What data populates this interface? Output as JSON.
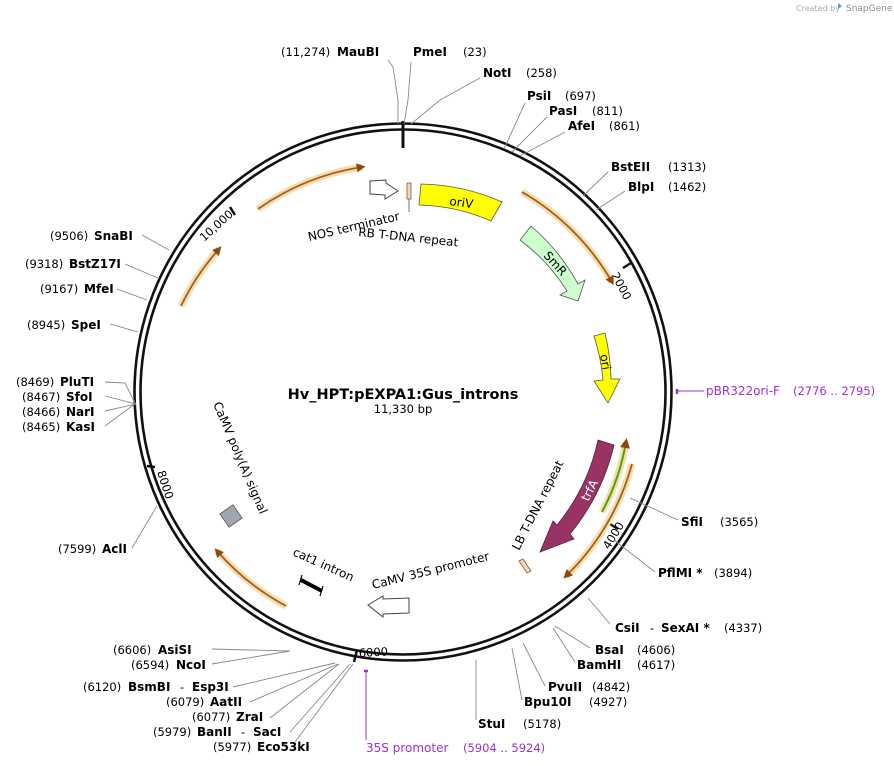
{
  "plasmid": {
    "name": "Hv_HPT:pEXPA1:Gus_introns",
    "length_label": "11,330 bp",
    "length": 11330
  },
  "credit": {
    "created_by": "Created by",
    "brand": "SnapGene"
  },
  "ticks": [
    {
      "pos": 2000,
      "label": "2000"
    },
    {
      "pos": 4000,
      "label": "4000"
    },
    {
      "pos": 6000,
      "label": "6000"
    },
    {
      "pos": 8000,
      "label": "8000"
    },
    {
      "pos": 10000,
      "label": "10,000"
    }
  ],
  "colors": {
    "backbone": "#111111",
    "orf": "#d98a2b",
    "orf_glow": "#f7dcb0",
    "oriV": "#ffff00",
    "SmR": "#ccffcc",
    "ori": "#ffff00",
    "trfA": "#993366",
    "green_orf": "#44aa00",
    "primer": "#9b30d9",
    "polyA": "#a0a6ad",
    "repeat": "#f5d5b5"
  },
  "sites": [
    {
      "id": "maubi",
      "name": "MauBI",
      "pos": "(11,274)",
      "side": "left"
    },
    {
      "id": "pmei",
      "name": "PmeI",
      "pos": "(23)",
      "side": "right"
    },
    {
      "id": "noti",
      "name": "NotI",
      "pos": "(258)",
      "side": "right"
    },
    {
      "id": "psii",
      "name": "PsiI",
      "pos": "(697)",
      "side": "right"
    },
    {
      "id": "pasi",
      "name": "PasI",
      "pos": "(811)",
      "side": "right"
    },
    {
      "id": "afei",
      "name": "AfeI",
      "pos": "(861)",
      "side": "right"
    },
    {
      "id": "bsteii",
      "name": "BstEII",
      "pos": "(1313)",
      "side": "right"
    },
    {
      "id": "blpi",
      "name": "BlpI",
      "pos": "(1462)",
      "side": "right"
    },
    {
      "id": "sfii",
      "name": "SfiI",
      "pos": "(3565)",
      "side": "right"
    },
    {
      "id": "pflmi",
      "name": "PflMI *",
      "pos": "(3894)",
      "side": "right"
    },
    {
      "id": "csii",
      "name": "CsiI",
      "extra": "SexAI *",
      "pos": "(4337)",
      "side": "right"
    },
    {
      "id": "bsai",
      "name": "BsaI",
      "pos": "(4606)",
      "side": "right"
    },
    {
      "id": "bamhi",
      "name": "BamHI",
      "pos": "(4617)",
      "side": "right"
    },
    {
      "id": "pvuii",
      "name": "PvuII",
      "pos": "(4842)",
      "side": "right"
    },
    {
      "id": "bpu10i",
      "name": "Bpu10I",
      "pos": "(4927)",
      "side": "right"
    },
    {
      "id": "stui",
      "name": "StuI",
      "pos": "(5178)",
      "side": "right"
    },
    {
      "id": "eco53ki",
      "name": "Eco53kI",
      "pos": "(5977)",
      "side": "left"
    },
    {
      "id": "banii",
      "name": "BanII",
      "extra": "SacI",
      "pos": "(5979)",
      "side": "left"
    },
    {
      "id": "zrai",
      "name": "ZraI",
      "pos": "(6077)",
      "side": "left"
    },
    {
      "id": "aatii",
      "name": "AatII",
      "pos": "(6079)",
      "side": "left"
    },
    {
      "id": "bsmbi",
      "name": "BsmBI",
      "extra": "Esp3I",
      "pos": "(6120)",
      "side": "left"
    },
    {
      "id": "ncoi",
      "name": "NcoI",
      "pos": "(6594)",
      "side": "left"
    },
    {
      "id": "asisi",
      "name": "AsiSI",
      "pos": "(6606)",
      "side": "left"
    },
    {
      "id": "acli",
      "name": "AclI",
      "pos": "(7599)",
      "side": "left"
    },
    {
      "id": "kasi",
      "name": "KasI",
      "pos": "(8465)",
      "side": "left"
    },
    {
      "id": "nari",
      "name": "NarI",
      "pos": "(8466)",
      "side": "left"
    },
    {
      "id": "sfoi",
      "name": "SfoI",
      "pos": "(8467)",
      "side": "left"
    },
    {
      "id": "pluti",
      "name": "PluTI",
      "pos": "(8469)",
      "side": "left"
    },
    {
      "id": "spei",
      "name": "SpeI",
      "pos": "(8945)",
      "side": "left"
    },
    {
      "id": "mfei",
      "name": "MfeI",
      "pos": "(9167)",
      "side": "left"
    },
    {
      "id": "bstz17i",
      "name": "BstZ17I",
      "pos": "(9318)",
      "side": "left"
    },
    {
      "id": "snabi",
      "name": "SnaBI",
      "pos": "(9506)",
      "side": "left"
    }
  ],
  "features": {
    "oriV": "oriV",
    "SmR": "SmR",
    "ori": "ori",
    "trfA": "trfA",
    "nos_terminator": "NOS terminator",
    "rb_repeat": "RB T-DNA repeat",
    "lb_repeat": "LB T-DNA repeat",
    "camv35s": "CaMV 35S promoter",
    "cat1_intron": "cat1 intron",
    "camv_polya": "CaMV poly(A) signal"
  },
  "primers": [
    {
      "id": "pbr322",
      "name": "pBR322ori-F",
      "range": "(2776 .. 2795)"
    },
    {
      "id": "p35s",
      "name": "35S promoter",
      "range": "(5904 .. 5924)"
    }
  ]
}
